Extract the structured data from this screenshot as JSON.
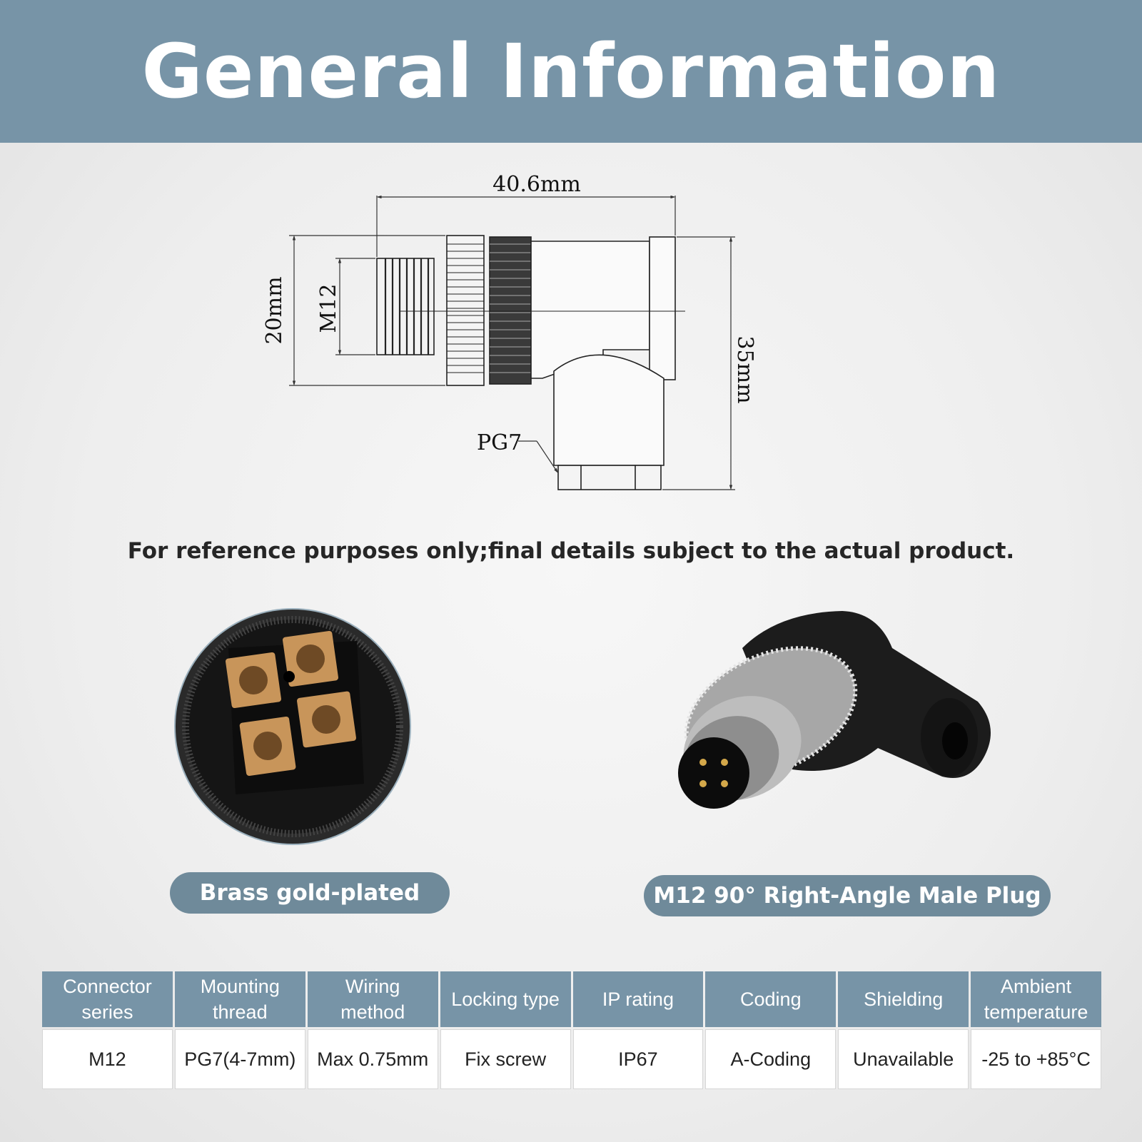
{
  "header": {
    "title": "General Information"
  },
  "drawing": {
    "width_label": "40.6mm",
    "height_left_label": "20mm",
    "thread_label": "M12",
    "height_right_label": "35mm",
    "gland_label": "PG7"
  },
  "disclaimer": "For reference purposes only;final details subject to the actual product.",
  "photos": {
    "left_caption": "Brass gold-plated",
    "right_caption": "M12 90° Right-Angle Male Plug"
  },
  "specs": {
    "headers": [
      [
        "Connector",
        "series"
      ],
      [
        "Mounting",
        "thread"
      ],
      [
        "Wiring",
        "method"
      ],
      [
        "Locking type"
      ],
      [
        "IP rating"
      ],
      [
        "Coding"
      ],
      [
        "Shielding"
      ],
      [
        "Ambient",
        "temperature"
      ]
    ],
    "values": [
      "M12",
      "PG7(4-7mm)",
      "Max 0.75mm",
      "Fix screw",
      "IP67",
      "A-Coding",
      "Unavailable",
      "-25 to +85°C"
    ]
  },
  "colors": {
    "header_bg": "#7794a7",
    "pill_bg": "#6f8a9a",
    "brass": "#c8955a",
    "connector_black": "#1c1c1c"
  }
}
